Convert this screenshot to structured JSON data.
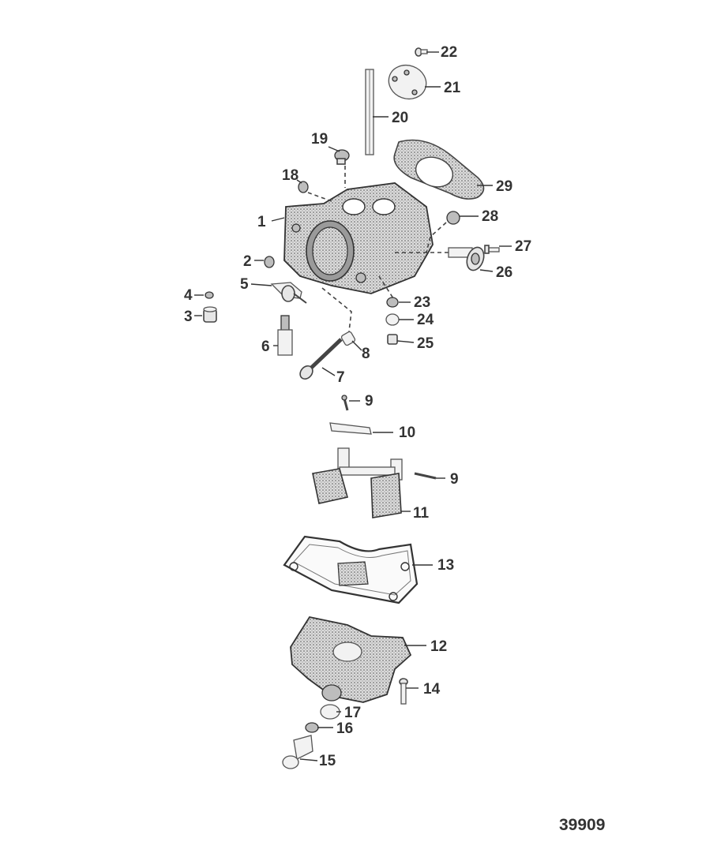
{
  "figure": {
    "reference_number": "39909",
    "callouts": {
      "c1": "1",
      "c2": "2",
      "c3": "3",
      "c4": "4",
      "c5": "5",
      "c6": "6",
      "c7": "7",
      "c8": "8",
      "c9a": "9",
      "c9b": "9",
      "c10": "10",
      "c11": "11",
      "c12": "12",
      "c13": "13",
      "c14": "14",
      "c15": "15",
      "c16": "16",
      "c17": "17",
      "c18": "18",
      "c19": "19",
      "c20": "20",
      "c21": "21",
      "c22": "22",
      "c23": "23",
      "c24": "24",
      "c25": "25",
      "c26": "26",
      "c27": "27",
      "c28": "28",
      "c29": "29"
    }
  }
}
